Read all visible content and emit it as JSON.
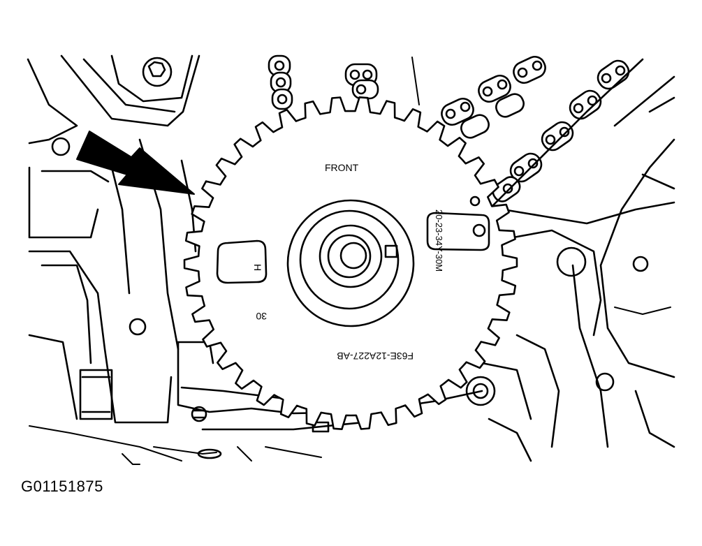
{
  "labels": {
    "front": "FRONT",
    "part_number": "F63E-12A227-AB",
    "side_code": "20-23-34Y-30M",
    "mark_h": "H",
    "mark_30": "30"
  },
  "figure_id": "G01151875",
  "icons": [
    "indicator-arrow"
  ],
  "colors": {
    "line": "#000000",
    "background": "#ffffff"
  }
}
